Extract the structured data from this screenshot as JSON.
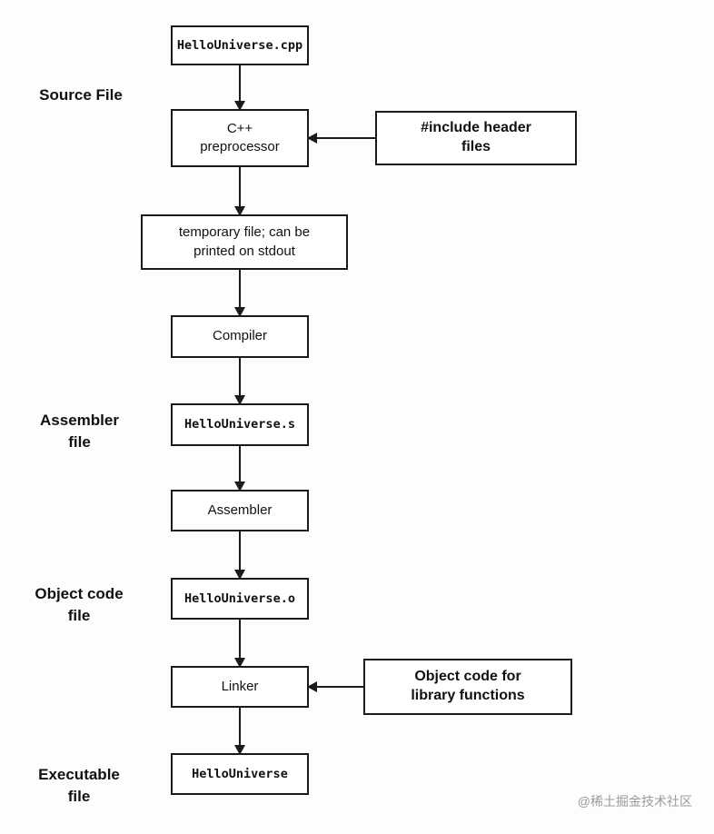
{
  "diagram": {
    "main_flow": {
      "cpp_file": "HelloUniverse.cpp",
      "preprocessor": "C++\npreprocessor",
      "temp_file": "temporary file; can be\nprinted on stdout",
      "compiler": "Compiler",
      "asm_file": "HelloUniverse.s",
      "assembler": "Assembler",
      "obj_file": "HelloUniverse.o",
      "linker": "Linker",
      "exe_file": "HelloUniverse"
    },
    "side_inputs": {
      "include_headers": "#include header\nfiles",
      "library_object_code": "Object code for\nlibrary functions"
    },
    "stage_labels": {
      "source": "Source File",
      "assembler": "Assembler\nfile",
      "object": "Object code\nfile",
      "executable": "Executable\nfile"
    },
    "watermark": "@稀土掘金技术社区"
  }
}
